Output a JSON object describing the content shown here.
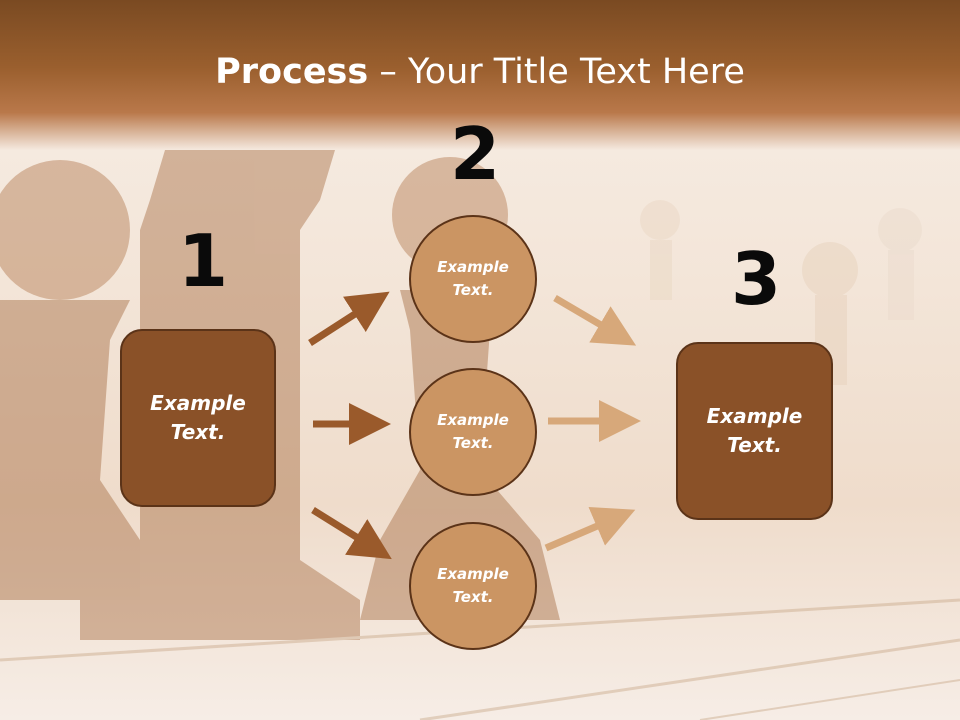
{
  "title": {
    "bold": "Process",
    "rest": " – Your Title Text Here"
  },
  "steps": {
    "one": {
      "number": "1",
      "line1": "Example",
      "line2": "Text."
    },
    "two": {
      "number": "2"
    },
    "three": {
      "number": "3",
      "line1": "Example",
      "line2": "Text."
    }
  },
  "circles": [
    {
      "line1": "Example",
      "line2": "Text."
    },
    {
      "line1": "Example",
      "line2": "Text."
    },
    {
      "line1": "Example",
      "line2": "Text."
    }
  ],
  "colors": {
    "header": "#7a4a22",
    "box_fill": "#8a5128",
    "circle_fill": "#cb9563",
    "arrow_dark": "#9a5a2b",
    "arrow_light": "#d7a87a"
  }
}
